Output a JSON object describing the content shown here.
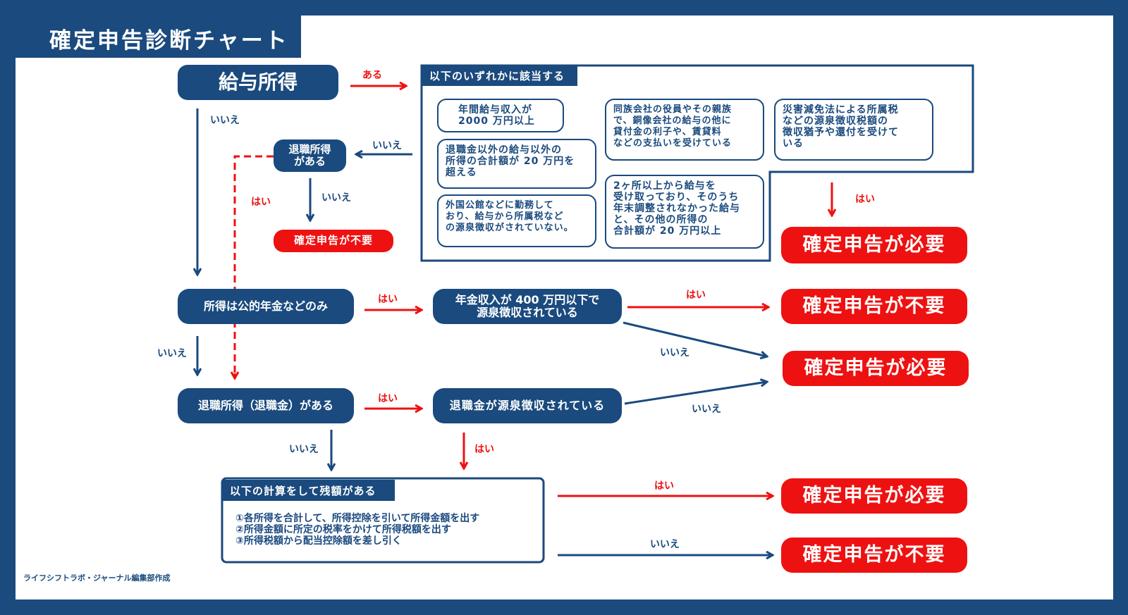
{
  "title": "確定申告診断チャート",
  "credit": "ライフシフトラボ・ジャーナル編集部作成",
  "colors": {
    "navy": "#1a4a7e",
    "red": "#ee1111",
    "white": "#ffffff"
  },
  "nodes": {
    "salary": "給与所得",
    "retire_q": "退職所得\nがある",
    "not_needed_small": "確定申告が不要",
    "pension_only": "所得は公的年金などのみ",
    "pension_condition": "年金収入が 400 万円以下で\n源泉徴収されている",
    "retirement": "退職所得（退職金）がある",
    "retire_withheld": "退職金が源泉徴収されている",
    "result_needed_1": "確定申告が必要",
    "result_not_needed_1": "確定申告が不要",
    "result_needed_2": "確定申告が必要",
    "result_needed_3": "確定申告が必要",
    "result_not_needed_2": "確定申告が不要"
  },
  "conditions": {
    "header": "以下のいずれかに該当する",
    "items": [
      "年間給与収入が\n2000 万円以上",
      "退職金以外の給与以外の\n所得の合計額が 20 万円を\n超える",
      "外国公館などに勤務して\nおり、給与から所属税など\nの源泉徴収がされていない。",
      "同族会社の役員やその親族\nで、銅像会社の給与の他に\n貸付金の利子や、賃貸料\nなどの支払いを受けている",
      "2ヶ所以上から給与を\n受け取っており、そのうち\n年末調整されなかった給与\nと、その他の所得の\n合計額が 20 万円以上",
      "災害減免法による所属税\nなどの源泉徴収税額の\n徴収猶予や還付を受けて\nいる"
    ]
  },
  "calculation": {
    "header": "以下の計算をして残額がある",
    "lines": [
      "①各所得を合計して、所得控除を引いて所得金額を出す",
      "②所得金額に所定の税率をかけて所得税額を出す",
      "③所得税額から配当控除額を差し引く"
    ]
  },
  "labels": {
    "aru": "ある",
    "iie": "いいえ",
    "hai": "はい"
  }
}
